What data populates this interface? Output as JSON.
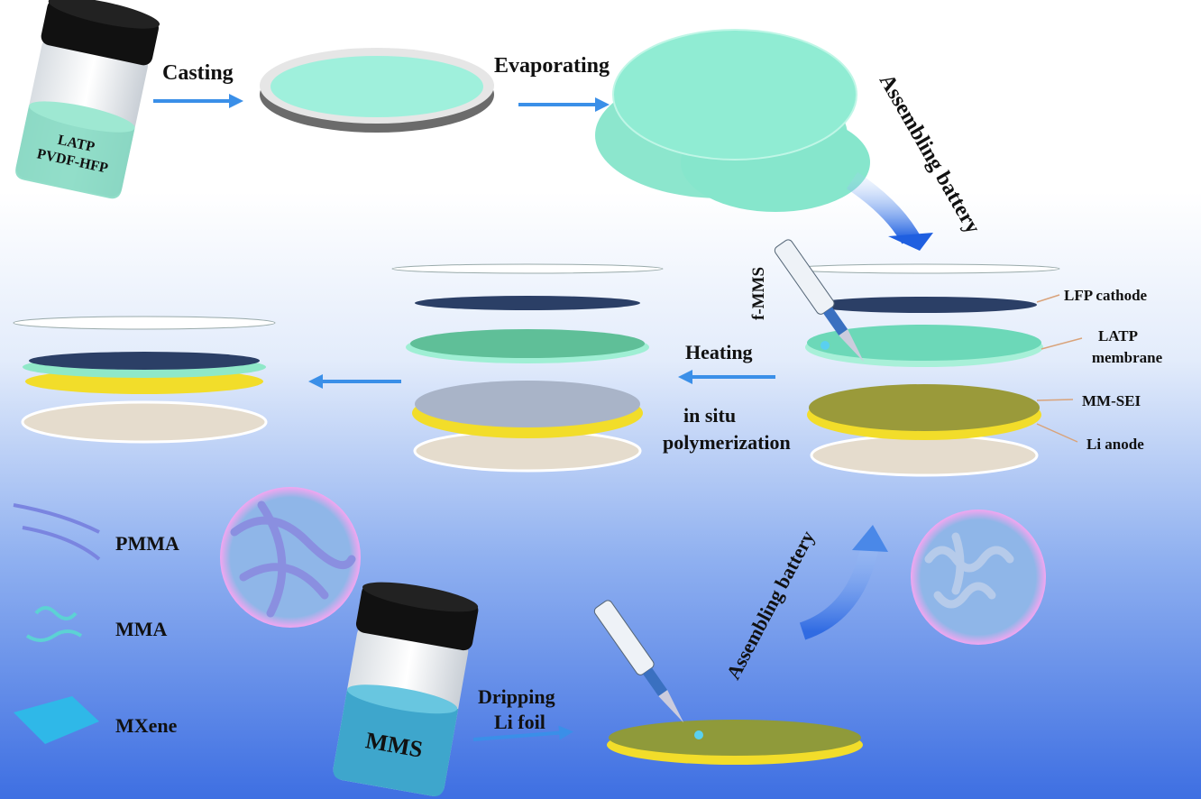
{
  "steps": {
    "casting": "Casting",
    "evaporating": "Evaporating",
    "assembling_top": "Assembling battery",
    "heating": "Heating",
    "in_situ": "in situ",
    "polymerization": "polymerization",
    "dripping": "Dripping",
    "li_foil": "Li foil",
    "assembling_bottom": "Assembling battery",
    "f_mms": "f-MMS"
  },
  "vials": {
    "top_line1": "LATP",
    "top_line2": "PVDF-HFP",
    "bottom": "MMS"
  },
  "layer_labels": {
    "cathode": "LFP cathode",
    "membrane_line1": "LATP",
    "membrane_line2": "membrane",
    "sei": "MM-SEI",
    "anode": "Li anode"
  },
  "legend": [
    {
      "label": "PMMA"
    },
    {
      "label": "MMA"
    },
    {
      "label": "MXene"
    }
  ],
  "colors": {
    "arrow": "#3a8fe8",
    "membrane": "#7fe3c8",
    "cathode": "#2b3f66",
    "anode_rim": "#f2dd2a",
    "bg_bottom": "#3e6fe2"
  }
}
